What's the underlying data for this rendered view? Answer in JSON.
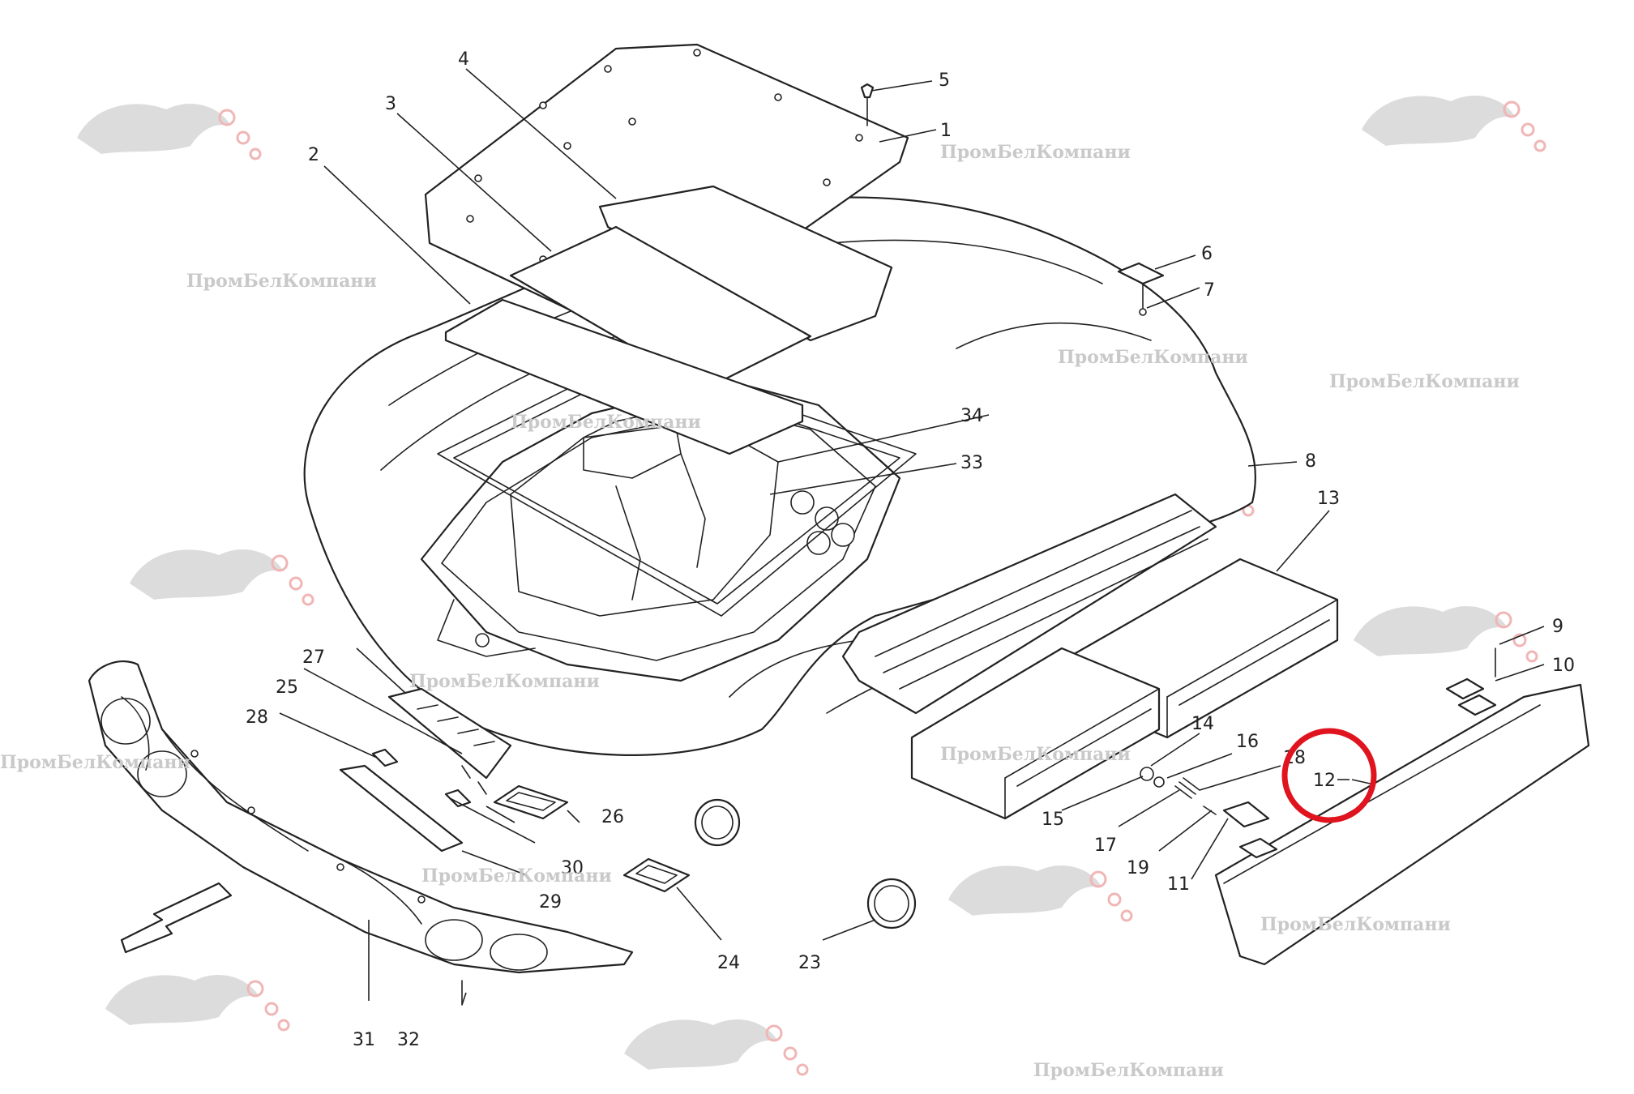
{
  "diagram": {
    "callouts": [
      "1",
      "2",
      "3",
      "4",
      "5",
      "6",
      "7",
      "8",
      "9",
      "10",
      "11",
      "12",
      "13",
      "14",
      "15",
      "16",
      "17",
      "18",
      "19",
      "23",
      "24",
      "25",
      "26",
      "27",
      "28",
      "29",
      "30",
      "31",
      "32",
      "33",
      "34"
    ],
    "watermark_text": "ПромБелКомпани",
    "highlight_color": "#e0141e",
    "line_color": "#222222",
    "watermark_color": "#c9c9c9"
  }
}
